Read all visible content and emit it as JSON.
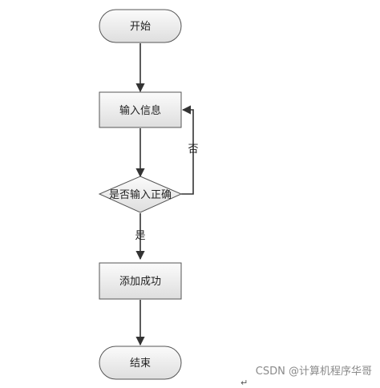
{
  "flowchart": {
    "nodes": {
      "start": "开始",
      "input_info": "输入信息",
      "check_input": "是否输入正确",
      "add_success": "添加成功",
      "end": "结束"
    },
    "edges": {
      "yes_label": "是",
      "no_label": "否"
    }
  },
  "watermark": "CSDN @计算机程序华哥",
  "colors": {
    "fill_light": "#f7f7f7",
    "fill_dark": "#dcdcdc",
    "stroke": "#555555",
    "line": "#333333"
  }
}
